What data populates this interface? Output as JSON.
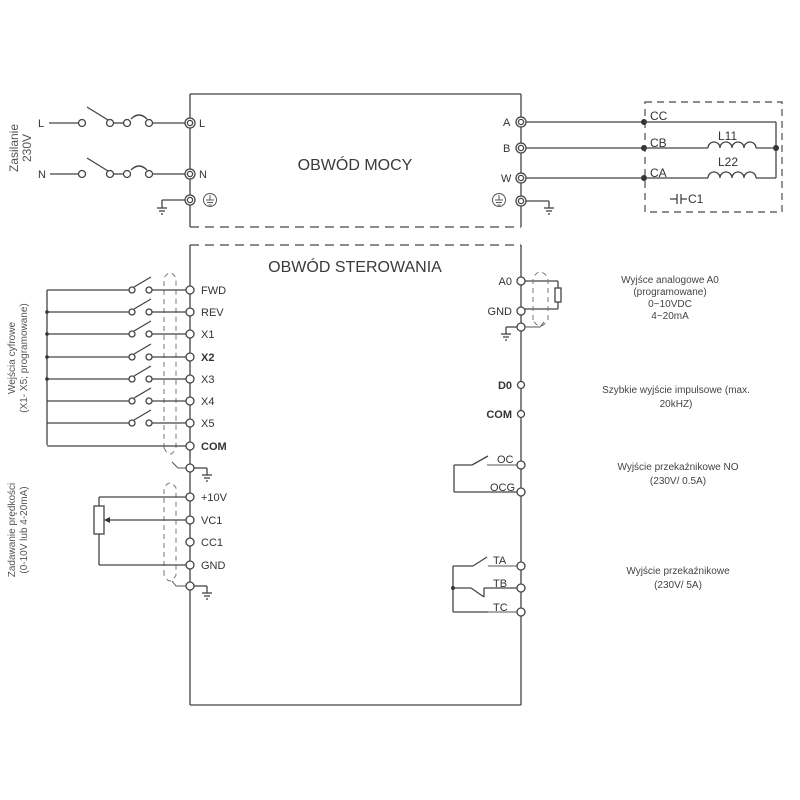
{
  "power_circuit": {
    "title": "OBWÓD MOCY",
    "supply_label_line1": "Zasilanie",
    "supply_label_line2": "230V",
    "inputs": [
      {
        "source": "L",
        "terminal": "L"
      },
      {
        "source": "N",
        "terminal": "N"
      }
    ],
    "outputs": [
      {
        "terminal": "A",
        "motor": "CC"
      },
      {
        "terminal": "B",
        "motor": "CB"
      },
      {
        "terminal": "W",
        "motor": "CA"
      }
    ],
    "motor": {
      "coils": [
        "L11",
        "L22"
      ],
      "capacitor": "C1",
      "capacitor_symbol": "⊣⊢"
    },
    "earth_symbol": "⏚"
  },
  "control_circuit": {
    "title": "OBWÓD STEROWANIA",
    "digital_inputs_label_line1": "Wejścia cyfrowe",
    "digital_inputs_label_line2": "(X1- X5; programowane)",
    "digital_terminals": [
      "FWD",
      "REV",
      "X1",
      "X2",
      "X3",
      "X4",
      "X5",
      "COM"
    ],
    "speed_label_line1": "Zadawanie prędkości",
    "speed_label_line2": "(0-10V lub 4-20mA)",
    "analog_terminals": [
      "+10V",
      "VC1",
      "CC1",
      "GND"
    ],
    "right_terminals": {
      "analog_out": [
        "A0",
        "GND"
      ],
      "pulse_out": [
        "D0",
        "COM"
      ],
      "relay_no": [
        "OC",
        "OCG"
      ],
      "relay": [
        "TA",
        "TB",
        "TC"
      ]
    },
    "descriptions": {
      "analog_out": [
        "Wyjśce analogowe A0",
        "(programowane)",
        "0~10VDC",
        "4~20mA"
      ],
      "pulse_out": [
        "Szybkie wyjście impulsowe (max.",
        "20kHZ)"
      ],
      "relay_no": [
        "Wyjście przekaźnikowe NO",
        "(230V/ 0.5A)"
      ],
      "relay": [
        "Wyjście przekaźnikowe",
        "(230V/ 5A)"
      ]
    }
  }
}
